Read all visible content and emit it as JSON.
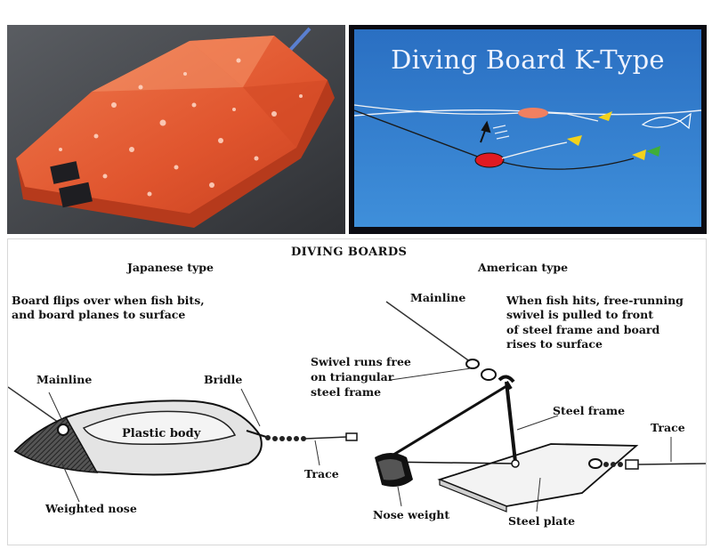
{
  "k_panel": {
    "title": "Diving Board K-Type"
  },
  "diagram": {
    "title": "DIVING BOARDS",
    "japanese": {
      "heading": "Japanese type",
      "note_line1": "Board flips over when fish bits,",
      "note_line2": "and board planes to surface",
      "mainline": "Mainline",
      "bridle": "Bridle",
      "body": "Plastic body",
      "nose": "Weighted nose",
      "trace": "Trace"
    },
    "american": {
      "heading": "American type",
      "mainline": "Mainline",
      "note_line1": "When fish hits, free-running",
      "note_line2": "swivel is pulled to front",
      "note_line3": "of steel frame and board",
      "note_line4": "rises to surface",
      "swivel_line1": "Swivel runs free",
      "swivel_line2": "on triangular",
      "swivel_line3": "steel frame",
      "frame": "Steel frame",
      "trace": "Trace",
      "nose_weight": "Nose weight",
      "plate": "Steel plate"
    }
  },
  "colors": {
    "board_orange": "#e0552e",
    "k_background": "#2f78c8",
    "lure_red": "#e01a22",
    "flag_yellow": "#f2d21c",
    "flag_green": "#3fae3a"
  }
}
